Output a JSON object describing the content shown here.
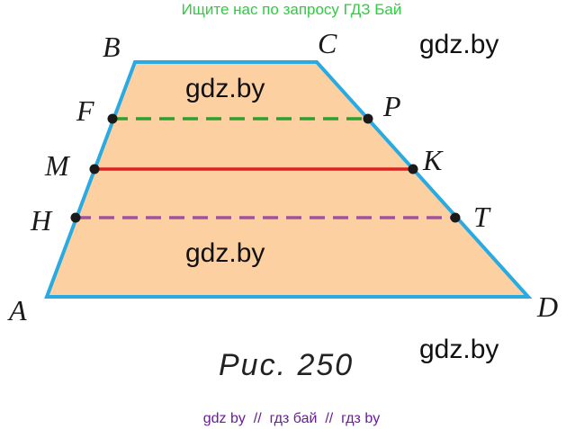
{
  "banner_top": "Ищите нас по запросу ГДЗ Бай",
  "banner_bottom": "gdz by  //  гдз бай  //  гдз by",
  "caption": "Рис. 250",
  "watermarks": [
    "gdz.by",
    "gdz.by",
    "gdz.by",
    "gdz.by"
  ],
  "points": {
    "A": "A",
    "B": "B",
    "C": "C",
    "D": "D",
    "F": "F",
    "P": "P",
    "M": "M",
    "K": "K",
    "H": "H",
    "T": "T"
  },
  "colors": {
    "fill": "#fdd0a2",
    "outline": "#29abe2",
    "segment_fp": "#2ca02c",
    "segment_mk": "#e02020",
    "segment_ht": "#a0529b",
    "point": "#1a1a1a"
  }
}
